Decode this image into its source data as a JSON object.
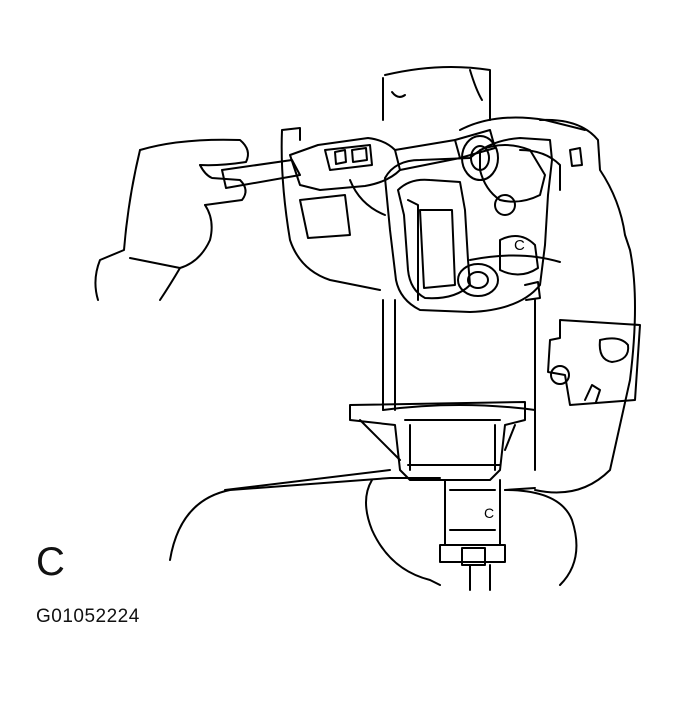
{
  "figure": {
    "view_letter": "C",
    "figure_code": "G01052224",
    "inline_marks": {
      "mark_upper": "C",
      "mark_lower": "C"
    },
    "colors": {
      "line": "#000000",
      "background": "#ffffff"
    }
  }
}
